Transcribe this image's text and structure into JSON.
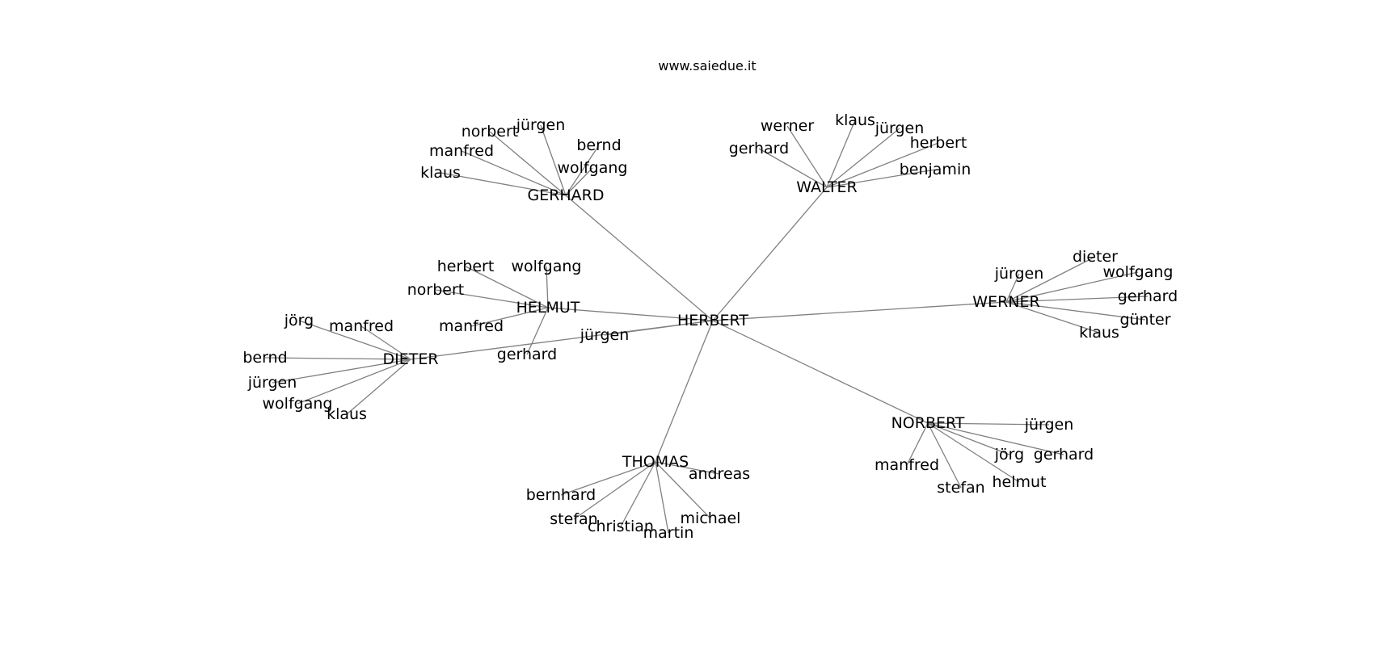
{
  "title": "www.saiedue.it",
  "colors": {
    "edge": "#808080",
    "text": "#000000",
    "background": "#ffffff"
  },
  "graph": {
    "root": "HERBERT",
    "hubs": [
      {
        "id": "gerhard",
        "label": "GERHARD",
        "children": [
          "norbert",
          "jürgen",
          "manfred",
          "bernd",
          "wolfgang",
          "klaus"
        ]
      },
      {
        "id": "walter",
        "label": "WALTER",
        "children": [
          "werner",
          "klaus",
          "jürgen",
          "gerhard",
          "herbert",
          "benjamin"
        ]
      },
      {
        "id": "helmut",
        "label": "HELMUT",
        "children": [
          "herbert",
          "wolfgang",
          "norbert",
          "manfred",
          "gerhard"
        ]
      },
      {
        "id": "dieter",
        "label": "DIETER",
        "children": [
          "jörg",
          "manfred",
          "bernd",
          "jürgen",
          "wolfgang",
          "klaus"
        ]
      },
      {
        "id": "werner",
        "label": "WERNER",
        "children": [
          "jürgen",
          "dieter",
          "wolfgang",
          "gerhard",
          "günter",
          "klaus"
        ]
      },
      {
        "id": "norbert",
        "label": "NORBERT",
        "children": [
          "jürgen",
          "jörg",
          "gerhard",
          "manfred",
          "helmut",
          "stefan"
        ]
      },
      {
        "id": "thomas",
        "label": "THOMAS",
        "children": [
          "andreas",
          "bernhard",
          "stefan",
          "christian",
          "martin",
          "michael"
        ]
      }
    ],
    "root_children": [
      "jürgen"
    ]
  }
}
